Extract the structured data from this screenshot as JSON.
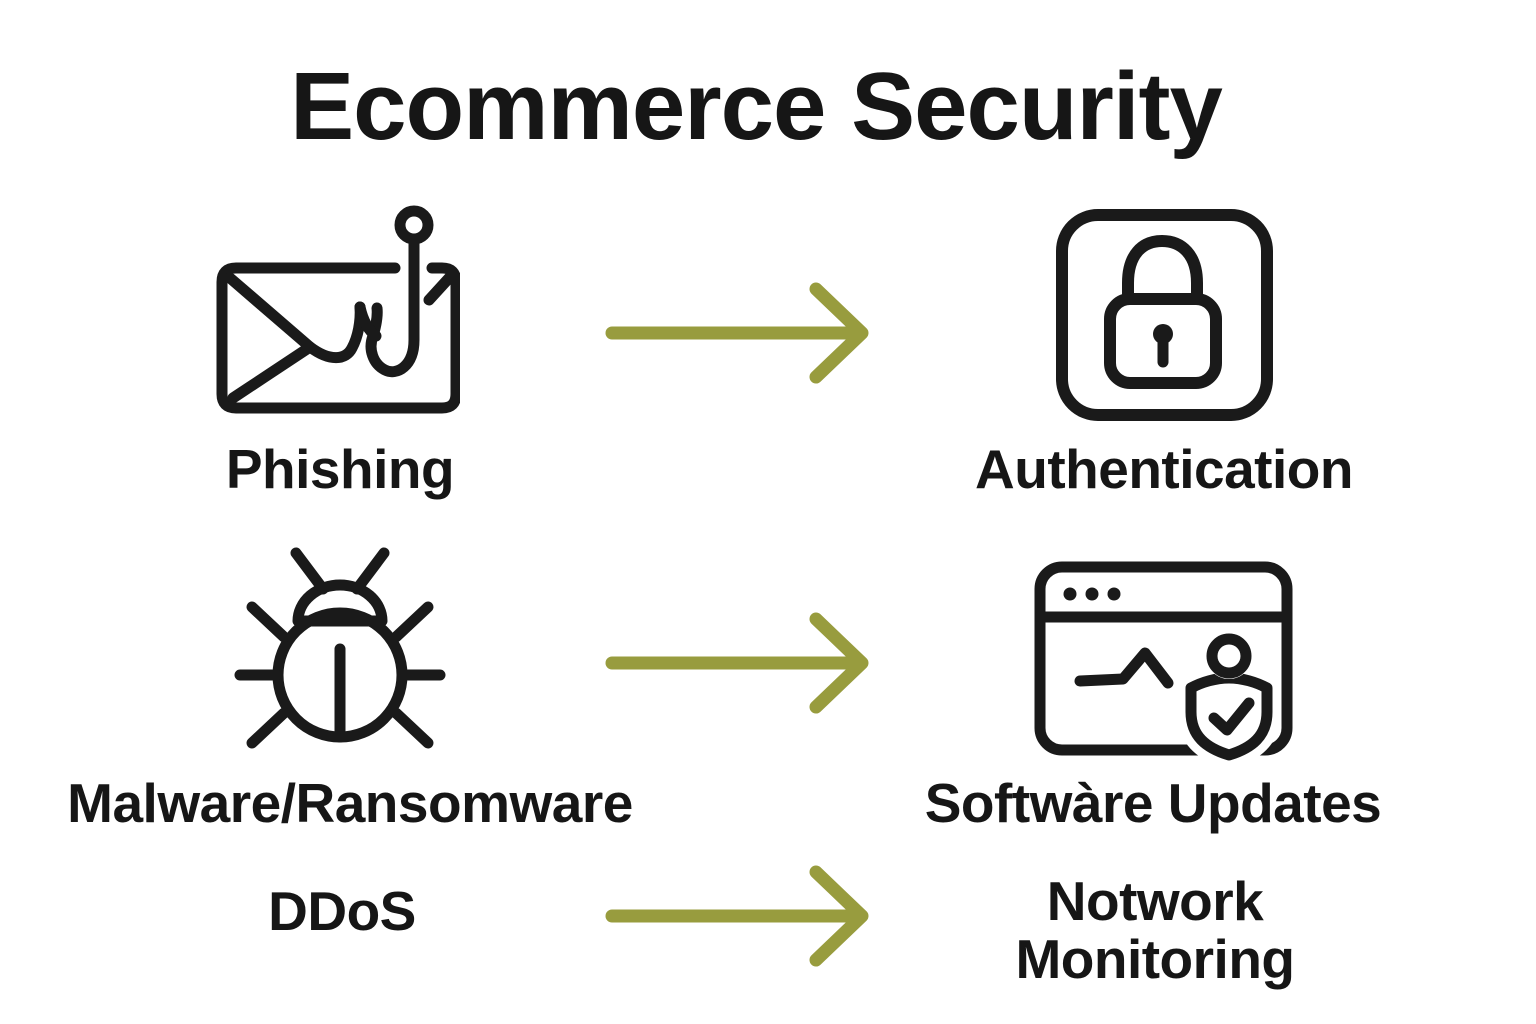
{
  "page": {
    "title": "Ecommerce Security"
  },
  "colors": {
    "background": "#ffffff",
    "text": "#161616",
    "icon_stroke": "#1a1a1a",
    "arrow": "#989c3e"
  },
  "rows": [
    {
      "threat": {
        "label": "Phishing",
        "icon": "phishing-email-hook-icon"
      },
      "solution": {
        "label": "Authentication",
        "icon": "padlock-icon"
      }
    },
    {
      "threat": {
        "label": "Malware/Ransomware",
        "icon": "bug-icon"
      },
      "solution": {
        "label": "Softwàre Updates",
        "icon": "browser-update-shield-icon"
      }
    },
    {
      "threat": {
        "label": "DDoS"
      },
      "solution": {
        "label": "Notwork Monitoring"
      }
    }
  ],
  "arrows": {
    "direction": "right",
    "count": 3
  }
}
